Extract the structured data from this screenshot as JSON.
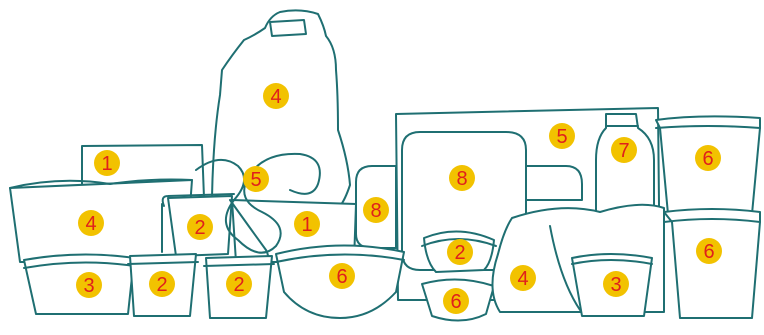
{
  "colors": {
    "outline": "#1f6f72",
    "badge_fill": "#f2c200",
    "badge_text": "#e0201b",
    "background": "#ffffff"
  },
  "labels": {
    "tray_left_back": "1",
    "bag_large": "4",
    "rope_tangle": "5",
    "tray_wide_back": "5",
    "bottle": "7",
    "bucket_top_right": "6",
    "bucket_bottom_right": "6",
    "crate_tall": "8",
    "crate_square": "8",
    "box_left": "4",
    "cup_back_center": "2",
    "tray_center": "1",
    "tub_left": "3",
    "cup_front_1": "2",
    "cup_front_2": "2",
    "bowl_center": "6",
    "jar_small": "2",
    "cushion": "4",
    "bowl_small": "6",
    "pot_front": "3"
  }
}
